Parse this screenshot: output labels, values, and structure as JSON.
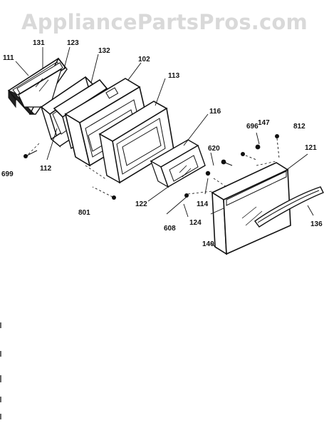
{
  "watermark": "AppliancePartsPros.com",
  "parts": {
    "p111": "111",
    "p131": "131",
    "p123": "123",
    "p132": "132",
    "p102": "102",
    "p113": "113",
    "p116": "116",
    "p696": "696",
    "p147": "147",
    "p812": "812",
    "p121": "121",
    "p620": "620",
    "p699": "699",
    "p112": "112",
    "p122": "122",
    "p114": "114",
    "p801": "801",
    "p608": "608",
    "p124": "124",
    "p136": "136",
    "p140": "140"
  }
}
